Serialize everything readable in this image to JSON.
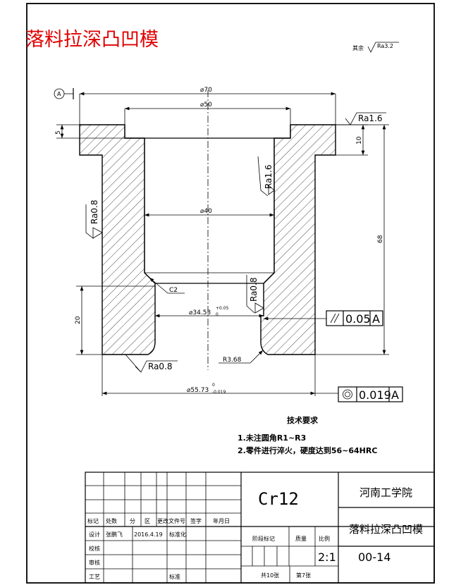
{
  "title": "落料拉深凸凹模",
  "roughness_default": {
    "prefix": "其余",
    "value": "Ra3.2"
  },
  "datum": {
    "letter": "A"
  },
  "dimensions": {
    "d70": "⌀70",
    "d50": "⌀50",
    "d40": "⌀40",
    "d34": "⌀34.53",
    "d34_tol": "+0.05",
    "d34_tol_low": "0",
    "d55": "⌀55.73",
    "d55_tol_up": "0",
    "d55_tol_low": "-0.019",
    "h5": "5",
    "h10": "10",
    "h68": "68",
    "h20": "20",
    "chamfer": "C2",
    "radius": "R3.68"
  },
  "roughness_marks": {
    "top_right": "Ra1.6",
    "inner": "Ra1.6",
    "outer_left": "Ra0.8",
    "inner_low": "Ra0.8",
    "bottom": "Ra0.8"
  },
  "tolerances": {
    "parallel": {
      "value": "0.05",
      "datum": "A"
    },
    "concentric": {
      "value": "0.019",
      "datum": "A"
    }
  },
  "requirements": {
    "heading": "技术要求",
    "items": [
      "1.未注圆角R1~R3",
      "2.零件进行淬火，硬度达到56~64HRC"
    ]
  },
  "title_block": {
    "material": "Cr12",
    "school": "河南工学院",
    "part_name": "落料拉深凸凹模",
    "drawing_no": "00-14",
    "scale": "2:1",
    "scale_label": "比例",
    "weight_label": "质量",
    "stage_label": "阶段标记",
    "sheets": "共10张",
    "sheet_no": "第7张",
    "rev_headers": [
      "标记",
      "处数",
      "分",
      "区",
      "更改文件号",
      "签字",
      "年月日"
    ],
    "design_label": "设计",
    "designer": "张鹏飞",
    "design_date": "2016.4.19",
    "std_label": "标准化",
    "check_label": "校核",
    "review_label": "审核",
    "process_label": "工艺",
    "approve_label": "标准"
  }
}
